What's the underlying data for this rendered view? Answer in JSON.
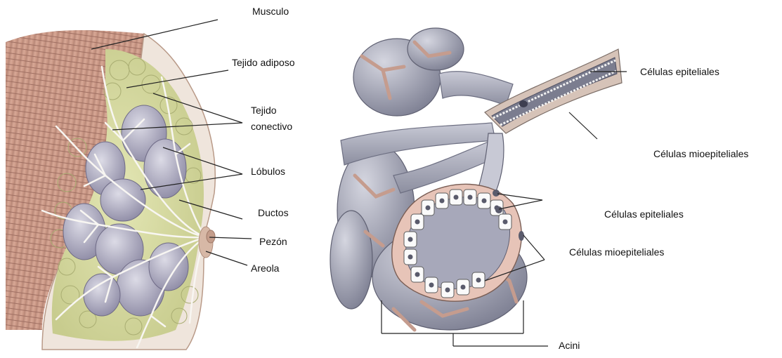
{
  "left_panel": {
    "labels": {
      "musculo": "Musculo",
      "tejido_adiposo": "Tejido adiposo",
      "tejido_conectivo_line1": "Tejido",
      "tejido_conectivo_line2": "conectivo",
      "lobulos": "Lóbulos",
      "ductos": "Ductos",
      "pezon": "Pezón",
      "areola": "Areola"
    }
  },
  "right_panel": {
    "labels": {
      "celulas_epiteliales_top": "Células epiteliales",
      "celulas_mioepiteliales_top": "Células mioepiteliales",
      "celulas_epiteliales_mid": "Células epiteliales",
      "celulas_mioepiteliales_mid": "Células mioepiteliales",
      "acini": "Acini"
    }
  },
  "colors": {
    "muscle": "#c99a8c",
    "fat": "#d9dca6",
    "lobule": "#a9a6bd",
    "duct": "#b4b6c4",
    "tissue": "#c6a496",
    "leader_line": "#222222"
  }
}
